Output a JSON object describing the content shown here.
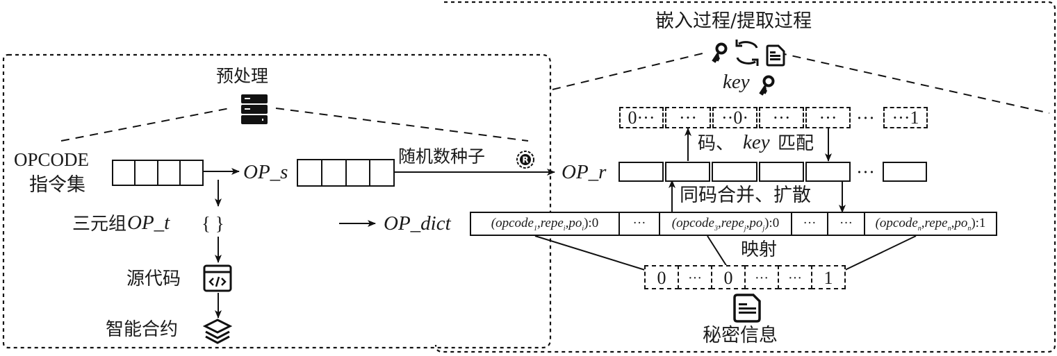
{
  "left_panel": {
    "title": "预处理",
    "opcode_label_line1": "OPCODE",
    "opcode_label_line2": "指令集",
    "op_s_label": "OP_s",
    "triplet_prefix": "三元组",
    "triplet_label": "OP_t",
    "triplet_braces": "{ }",
    "source_code_label": "源代码",
    "smart_contract_label": "智能合约",
    "random_seed_label": "随机数种子",
    "op_dict_label": "OP_dict",
    "icons": [
      "server-icon",
      "code-window-icon",
      "layers-icon",
      "registered-icon"
    ]
  },
  "right_panel": {
    "title": "嵌入过程/提取过程",
    "key_label": "key",
    "op_r_label": "OP_r",
    "match_label_pre": "码、",
    "match_label_key": "key",
    "match_label_post": "匹配",
    "merge_label": "同码合并、扩散",
    "mapping_label": "映射",
    "secret_label": "秘密信息",
    "top_bits": [
      "0···",
      "···",
      "··0·",
      "···",
      "···",
      "···1"
    ],
    "top_gap": "···",
    "op_r_gap": "···",
    "dict_cells": [
      {
        "text": "(opcode",
        "sub1": "1",
        "mid1": ",repe",
        "sub2": "i",
        "mid2": ",po",
        "sub3": "i",
        "tail": "):0"
      },
      {
        "text": "···"
      },
      {
        "text": "(opcode",
        "sub1": "3",
        "mid1": ",repe",
        "sub2": "j",
        "mid2": ",po",
        "sub3": "j",
        "tail": "):0"
      },
      {
        "text": "···"
      },
      {
        "text": "···"
      },
      {
        "text": "(opcode",
        "sub1": "n",
        "mid1": ",repe",
        "sub2": "n",
        "mid2": ",po",
        "sub3": "n",
        "tail": "):1"
      }
    ],
    "secret_bits": [
      "0",
      "···",
      "0",
      "···",
      "···",
      "1"
    ],
    "icons": [
      "key-icon",
      "refresh-icon",
      "document-icon",
      "key-icon",
      "document-icon"
    ]
  }
}
